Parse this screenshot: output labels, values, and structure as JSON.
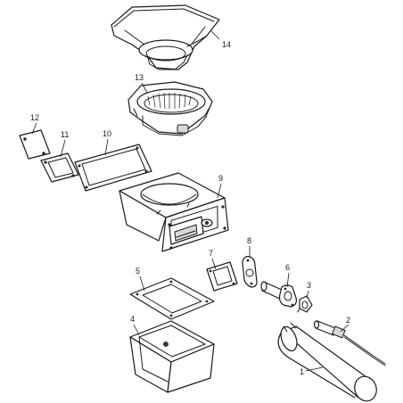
{
  "diagram": {
    "parts": [
      {
        "id": "1",
        "label": "1"
      },
      {
        "id": "2",
        "label": "2"
      },
      {
        "id": "3",
        "label": "3"
      },
      {
        "id": "4",
        "label": "4"
      },
      {
        "id": "5",
        "label": "5"
      },
      {
        "id": "6",
        "label": "6"
      },
      {
        "id": "7",
        "label": "7"
      },
      {
        "id": "8",
        "label": "8"
      },
      {
        "id": "9",
        "label": "9"
      },
      {
        "id": "10",
        "label": "10"
      },
      {
        "id": "11",
        "label": "11"
      },
      {
        "id": "12",
        "label": "12"
      },
      {
        "id": "13",
        "label": "13"
      },
      {
        "id": "14",
        "label": "14"
      }
    ]
  }
}
